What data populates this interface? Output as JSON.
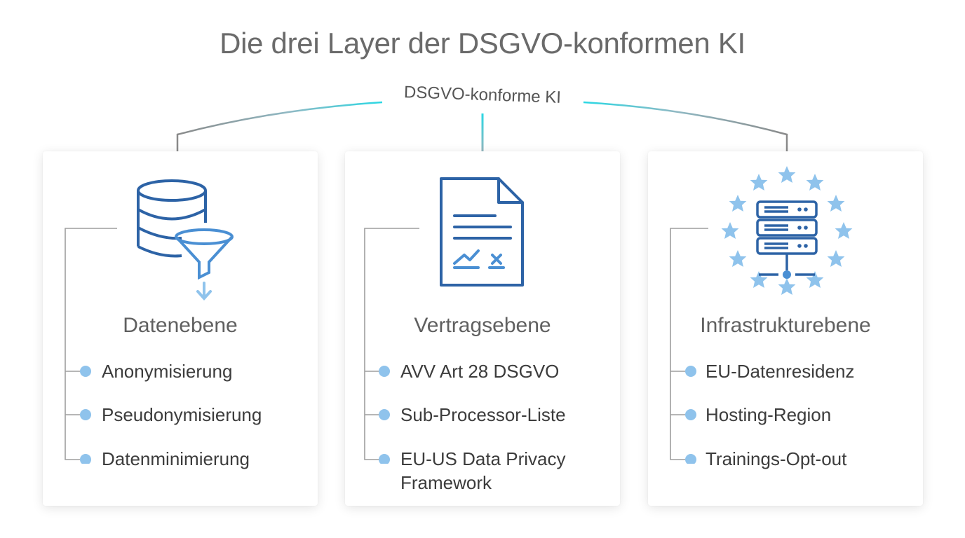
{
  "title": "Die drei Layer der DSGVO-konformen KI",
  "hub": "DSGVO-konforme KI",
  "colors": {
    "accent": "#2ad8e4",
    "icon_blue": "#2d63a6",
    "bullet": "#8fc3ec",
    "line": "#9e9e9e"
  },
  "layers": [
    {
      "title": "Datenebene",
      "icon": "database-filter-icon",
      "items": [
        "Anonymisierung",
        "Pseudonymisierung",
        "Datenminimierung"
      ]
    },
    {
      "title": "Vertragsebene",
      "icon": "contract-document-icon",
      "items": [
        "AVV Art 28 DSGVO",
        "Sub-Processor-Liste",
        "EU-US Data Privacy Framework"
      ]
    },
    {
      "title": "Infrastrukturebene",
      "icon": "eu-server-icon",
      "items": [
        "EU-Datenresidenz",
        "Hosting-Region",
        "Trainings-Opt-out"
      ]
    }
  ]
}
